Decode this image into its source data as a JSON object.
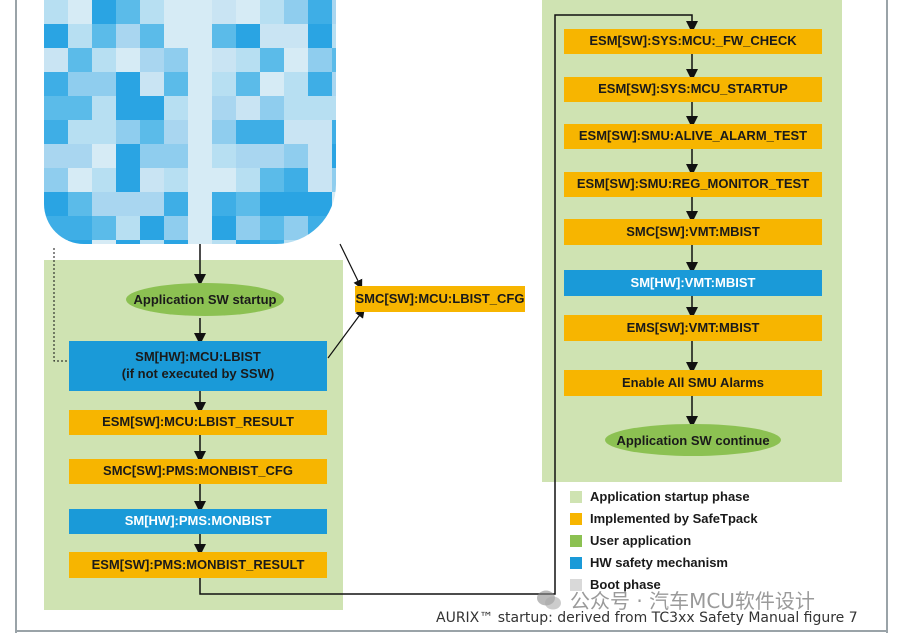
{
  "left_flow": {
    "oval_start": "Application SW startup",
    "lbist_line1": "SM[HW]:MCU:LBIST",
    "lbist_line2": "(if not executed by SSW)",
    "steps": [
      "ESM[SW]:MCU:LBIST_RESULT",
      "SMC[SW]:PMS:MONBIST_CFG",
      "SM[HW]:PMS:MONBIST",
      "ESM[SW]:PMS:MONBIST_RESULT"
    ]
  },
  "middle": {
    "lbist_cfg": "SMC[SW]:MCU:LBIST_CFG"
  },
  "right_flow": {
    "steps": [
      "ESM[SW]:SYS:MCU:_FW_CHECK",
      "ESM[SW]:SYS:MCU_STARTUP",
      "ESM[SW]:SMU:ALIVE_ALARM_TEST",
      "ESM[SW]:SMU:REG_MONITOR_TEST",
      "SMC[SW]:VMT:MBIST",
      "SM[HW]:VMT:MBIST",
      "EMS[SW]:VMT:MBIST",
      "Enable All SMU Alarms"
    ],
    "oval_end": "Application SW continue"
  },
  "legend": [
    {
      "label": "Application startup phase",
      "color": "#cfe3b2"
    },
    {
      "label": "Implemented by SafeTpack",
      "color": "#f7b500"
    },
    {
      "label": "User application",
      "color": "#8cc152"
    },
    {
      "label": "HW safety mechanism",
      "color": "#1a9ad8"
    },
    {
      "label": "Boot phase",
      "color": "#d9d9d9"
    }
  ],
  "watermark": "公众号 · 汽车MCU软件设计",
  "caption": "AURIX™ startup: derived from TC3xx Safety Manual figure 7",
  "colors": {
    "panel": "#cfe3b2",
    "orange": "#f7b500",
    "blue": "#1a9ad8",
    "green": "#8cc152"
  }
}
